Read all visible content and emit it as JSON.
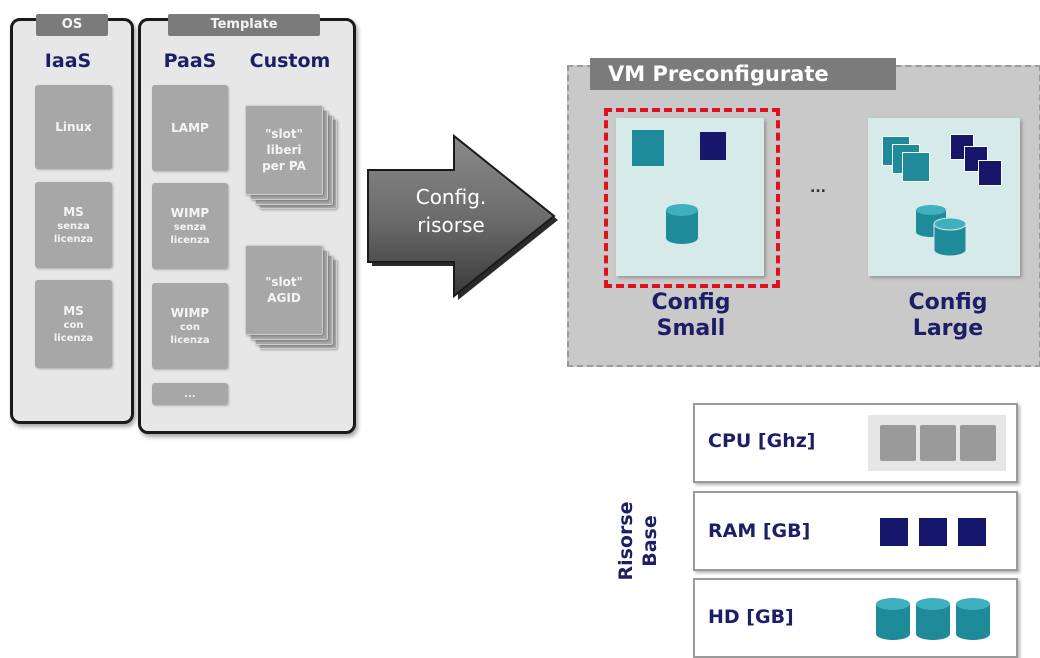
{
  "left_panels": {
    "os_tab": "OS",
    "template_tab": "Template",
    "iaas": {
      "heading": "IaaS",
      "items": [
        {
          "lines": [
            "Linux"
          ]
        },
        {
          "lines": [
            "MS",
            "senza",
            "licenza"
          ]
        },
        {
          "lines": [
            "MS",
            "con",
            "licenza"
          ]
        }
      ]
    },
    "paas": {
      "heading": "PaaS",
      "items": [
        {
          "lines": [
            "LAMP"
          ]
        },
        {
          "lines": [
            "WIMP",
            "senza",
            "licenza"
          ]
        },
        {
          "lines": [
            "WIMP",
            "con",
            "licenza"
          ]
        },
        {
          "lines": [
            "..."
          ]
        }
      ]
    },
    "custom": {
      "heading": "Custom",
      "items": [
        {
          "lines": [
            "\"slot\"",
            "liberi",
            "per PA"
          ]
        },
        {
          "lines": [
            "\"slot\"",
            "AGID"
          ]
        }
      ]
    }
  },
  "arrow": {
    "lines": [
      "Config.",
      "risorse"
    ]
  },
  "vm": {
    "title": "VM Preconfigurate",
    "ellipsis": "...",
    "small_label": [
      "Config",
      "Small"
    ],
    "large_label": [
      "Config",
      "Large"
    ]
  },
  "resources": {
    "side_label": [
      "Risorse",
      "Base"
    ],
    "rows": [
      {
        "label": "CPU [Ghz]",
        "icon": "cpu-block-icon",
        "count": 3
      },
      {
        "label": "RAM [GB]",
        "icon": "ram-block-icon",
        "count": 3
      },
      {
        "label": "HD [GB]",
        "icon": "disk-cylinder-icon",
        "count": 3
      }
    ]
  },
  "colors": {
    "navy": "#1c1e66",
    "teal": "#1f8a99",
    "dark_blue": "#16166b",
    "gray_box": "#a7a7a7",
    "tab_gray": "#7b7b7b",
    "highlight_red": "#e0101e"
  }
}
